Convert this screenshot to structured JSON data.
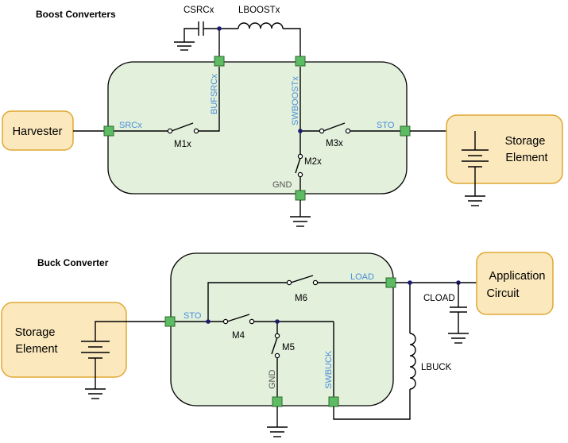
{
  "boost": {
    "title": "Boost Converters",
    "csrc": "CSRCx",
    "lboost": "LBOOSTx",
    "harvester": "Harvester",
    "pins": {
      "srcx": "SRCx",
      "bufsrcx": "BUFSRCx",
      "swboostx": "SWBOOSTx",
      "sto": "STO",
      "gnd": "GND"
    },
    "switches": {
      "m1": "M1x",
      "m2": "M2x",
      "m3": "M3x"
    },
    "storage_line1": "Storage",
    "storage_line2": "Element"
  },
  "buck": {
    "title": "Buck Converter",
    "storage_line1": "Storage",
    "storage_line2": "Element",
    "pins": {
      "sto": "STO",
      "load": "LOAD",
      "gnd": "GND",
      "swbuck": "SWBUCK"
    },
    "switches": {
      "m4": "M4",
      "m5": "M5",
      "m6": "M6"
    },
    "cload": "CLOAD",
    "lbuck": "LBUCK",
    "app_line1": "Application",
    "app_line2": "Circuit"
  }
}
